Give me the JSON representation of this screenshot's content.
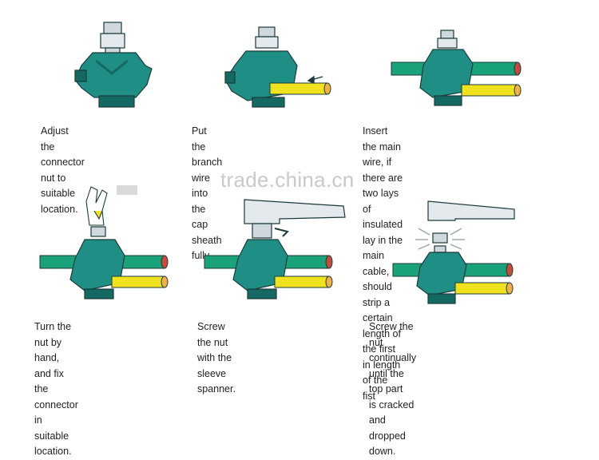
{
  "steps": [
    {
      "caption": "Adjust the connector nut to\nsuitable location.",
      "branch_arrow": false,
      "main_wire": false,
      "branch_wire": false,
      "hand": false,
      "spanner": false,
      "cracked": false
    },
    {
      "caption": "Put the branch wire into the cap\nsheath fully.",
      "branch_arrow": true,
      "main_wire": false,
      "branch_wire": true,
      "hand": false,
      "spanner": false,
      "cracked": false
    },
    {
      "caption": "Insert the main wire, if there are two lays of\ninsulated lay in the main cable, should strip a\ncertain length of the first in length of the fist",
      "branch_arrow": false,
      "main_wire": true,
      "branch_wire": true,
      "hand": false,
      "spanner": false,
      "cracked": false
    },
    {
      "caption": "Turn the nut by hand, and fix the\nconnector in suitable location.",
      "branch_arrow": false,
      "main_wire": true,
      "branch_wire": true,
      "hand": true,
      "spanner": false,
      "cracked": false
    },
    {
      "caption": "Screw the nut with the sleeve\nspanner.",
      "branch_arrow": false,
      "main_wire": true,
      "branch_wire": true,
      "hand": false,
      "spanner": true,
      "cracked": false
    },
    {
      "caption": "Screw the nut continually until the top part\nis cracked and dropped down.",
      "branch_arrow": false,
      "main_wire": true,
      "branch_wire": true,
      "hand": false,
      "spanner": true,
      "cracked": true
    }
  ],
  "watermark": "trade.china.cn",
  "colors": {
    "connector": "#1f8f86",
    "connector_dark": "#146a63",
    "main_wire": "#1aa27a",
    "branch_wire": "#f0e31d",
    "nut": "#cfd8de",
    "outline": "#1a3b3a"
  }
}
